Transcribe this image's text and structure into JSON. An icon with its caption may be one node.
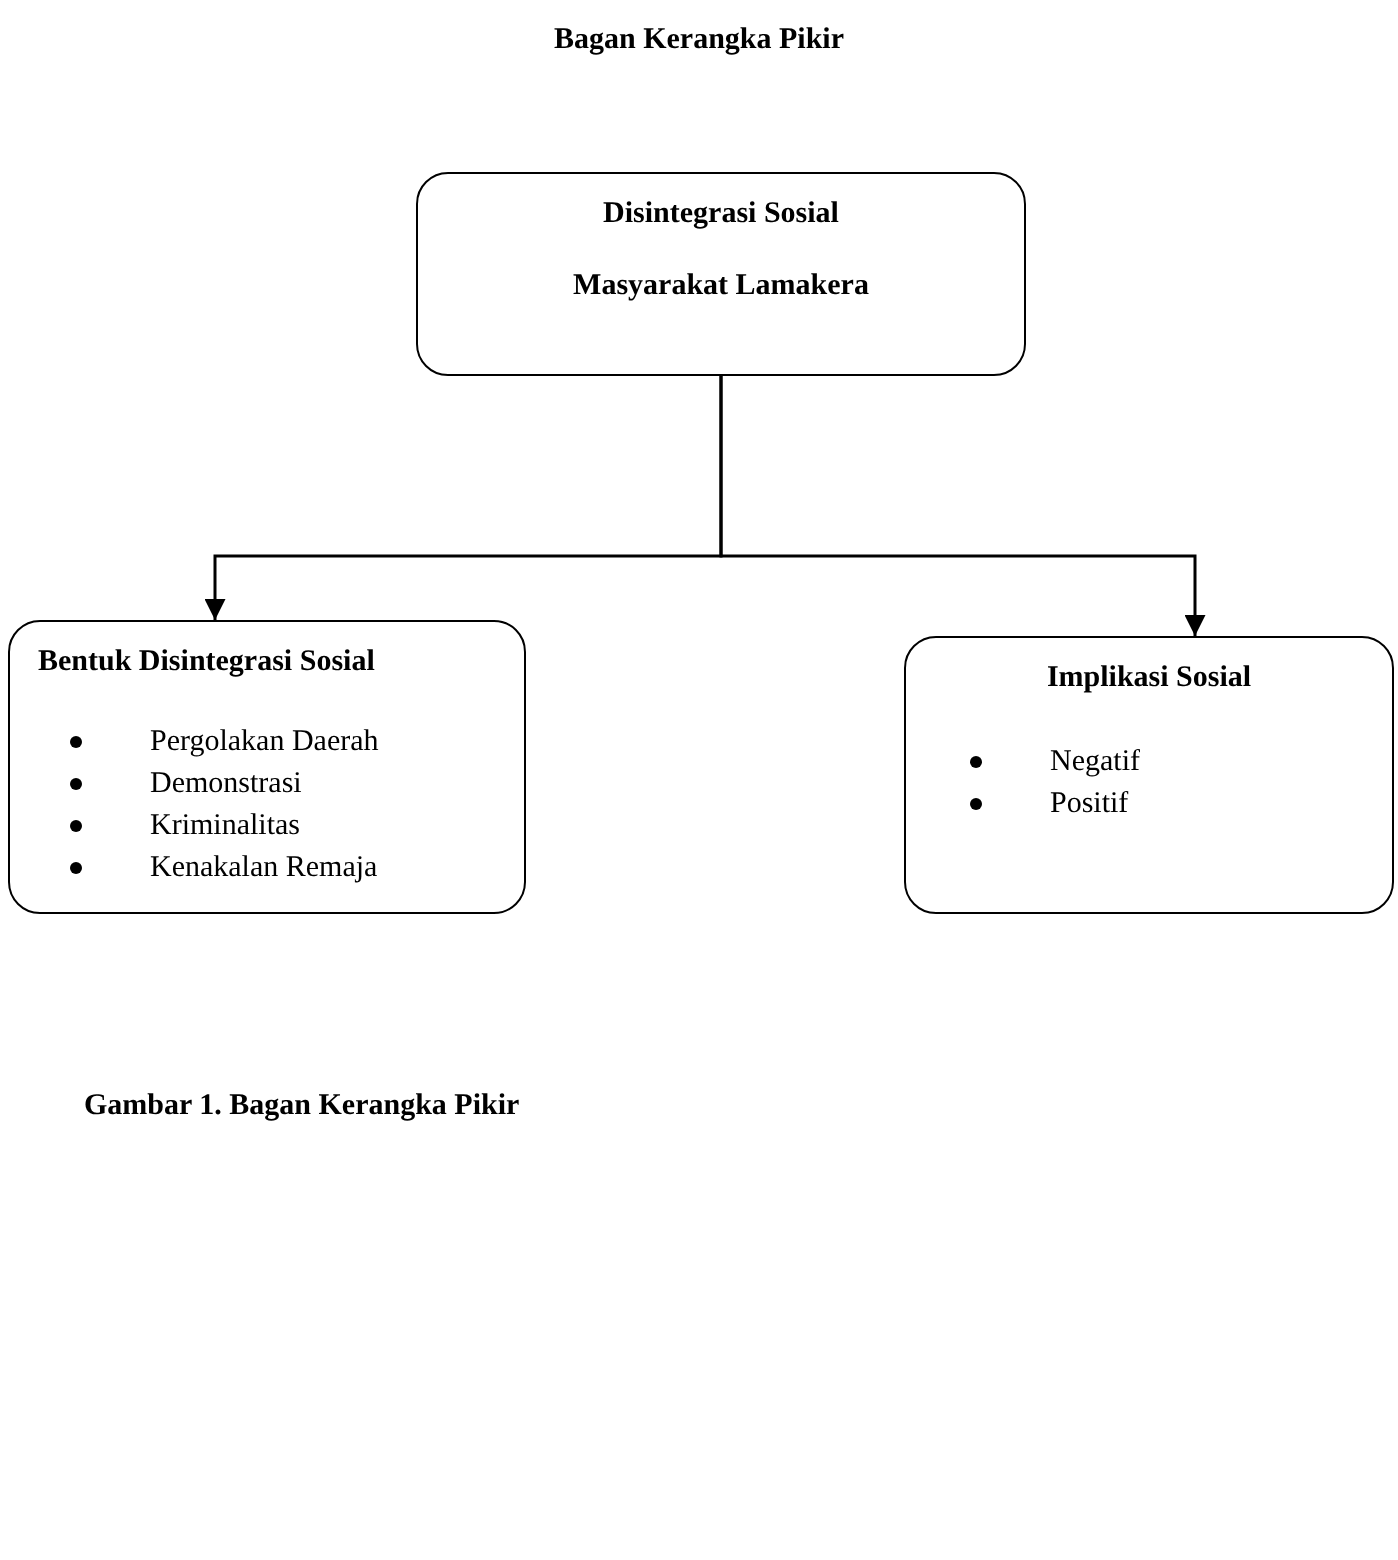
{
  "diagram": {
    "title": "Bagan Kerangka Pikir",
    "caption": "Gambar 1. Bagan Kerangka Pikir",
    "nodes": [
      {
        "text": [
          "Disintegrasi Sosial",
          "Masyarakat Lamakera"
        ]
      },
      {
        "text": [
          "Bentuk Disintegrasi Sosial",
          "Pergolakan Daerah",
          "Demonstrasi",
          "Kriminalitas",
          "Kenakalan Remaja"
        ]
      },
      {
        "text": [
          "Implikasi Sosial",
          "Negatif",
          "Positif"
        ]
      }
    ],
    "edges": [
      {
        "from": 0,
        "to": 1,
        "arrow": "to"
      },
      {
        "from": 0,
        "to": 2,
        "arrow": "to"
      }
    ]
  }
}
